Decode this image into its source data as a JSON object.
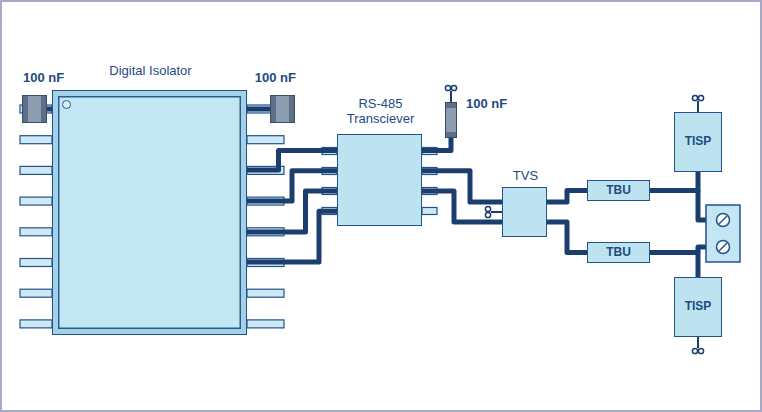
{
  "diagram": {
    "nodes": [
      {
        "text": [
          "Digital Isolator"
        ]
      },
      {
        "text": [
          "100 nF"
        ]
      },
      {
        "text": [
          "100 nF"
        ]
      },
      {
        "text": [
          "RS-485 Transciever"
        ]
      },
      {
        "text": [
          "100 nF"
        ]
      },
      {
        "text": [
          "TVS"
        ]
      },
      {
        "text": [
          "TBU"
        ]
      },
      {
        "text": [
          "TBU"
        ]
      },
      {
        "text": [
          "TISP"
        ]
      },
      {
        "text": [
          "TISP"
        ]
      }
    ],
    "edges": [
      {
        "from": 1,
        "to": 0,
        "arrow": "none"
      },
      {
        "from": 0,
        "to": 2,
        "arrow": "none"
      },
      {
        "from": 0,
        "to": 3,
        "arrow": "none"
      },
      {
        "from": 3,
        "to": 4,
        "arrow": "none"
      },
      {
        "from": 3,
        "to": 5,
        "arrow": "none"
      },
      {
        "from": 5,
        "to": 6,
        "arrow": "none"
      },
      {
        "from": 5,
        "to": 7,
        "arrow": "none"
      },
      {
        "from": 6,
        "to": 8,
        "arrow": "none"
      },
      {
        "from": 7,
        "to": 9,
        "arrow": "none"
      }
    ]
  }
}
